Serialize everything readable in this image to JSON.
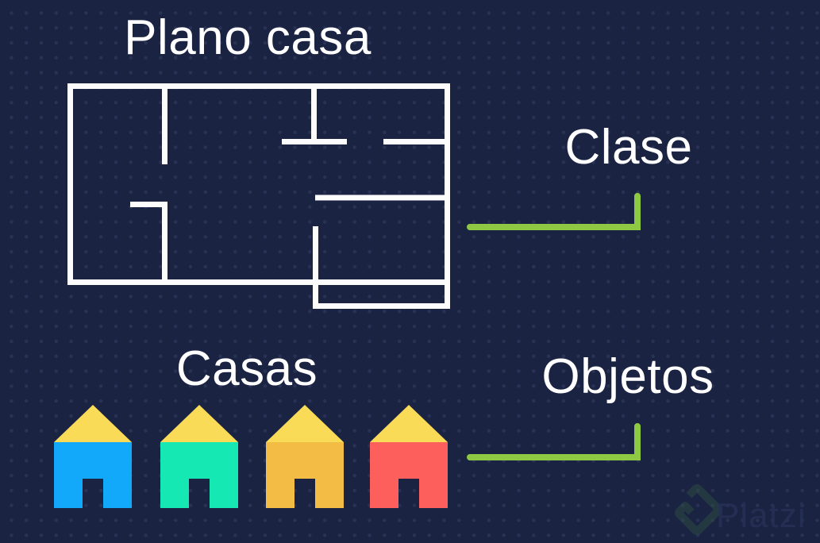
{
  "labels": {
    "plan_title": "Plano casa",
    "class": "Clase",
    "houses_title": "Casas",
    "objects": "Objetos"
  },
  "watermark": {
    "brand": "Platzi",
    "logo": "platzi-diamond-icon"
  },
  "colors": {
    "background": "#1B2342",
    "dot_grid": "#2A345C",
    "plan_stroke": "#FCFCFC",
    "text": "#FFFFFF",
    "accent_green": "#8FC843",
    "watermark_logo": "#2B4A44",
    "watermark_text": "#253055"
  },
  "houses": {
    "items": [
      {
        "name": "blue house",
        "body_color": "#12A9FB",
        "roof_color": "#FADB58"
      },
      {
        "name": "green house",
        "body_color": "#16E8B4",
        "roof_color": "#FADB58"
      },
      {
        "name": "amber house",
        "body_color": "#F2BC45",
        "roof_color": "#FADB58"
      },
      {
        "name": "red house",
        "body_color": "#FC5F5C",
        "roof_color": "#FADB58"
      }
    ]
  }
}
